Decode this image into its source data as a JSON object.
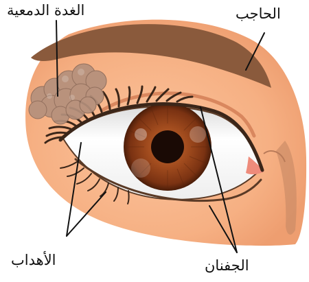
{
  "labels": {
    "lacrimal_gland": "الغدة الدمعية",
    "eyebrow": "الحاجب",
    "eyelashes": "الأهداب",
    "eyelids": "الجفنان"
  },
  "colors": {
    "skin": "#f8b58a",
    "skin_shadow": "#e9956b",
    "eyebrow": "#8a5a3c",
    "iris": "#8a3d18",
    "pupil": "#1a0a05",
    "lashes": "#3b2619",
    "gland": "#b4907c",
    "tear_duct": "#ee8b7b",
    "sclera": "#ffffff"
  }
}
